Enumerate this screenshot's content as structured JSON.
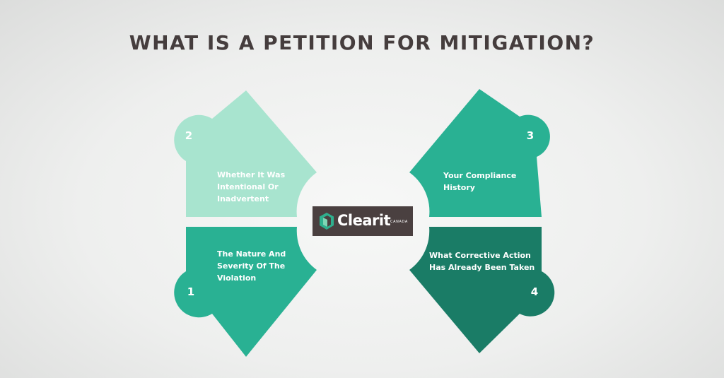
{
  "title": "WHAT IS A PETITION FOR MITIGATION?",
  "logo": {
    "brand": "Clearit",
    "sub": "CANADA"
  },
  "colors": {
    "light_mint": "#a8e4cf",
    "teal": "#29b193",
    "dark_teal": "#1a7c66",
    "logo_bg": "#4a4040",
    "title": "#453d3d"
  },
  "items": [
    {
      "number": "1",
      "lines": [
        "The Nature And",
        "Severity Of The",
        "Violation"
      ]
    },
    {
      "number": "2",
      "lines": [
        "Whether It Was",
        "Intentional Or",
        "Inadvertent"
      ]
    },
    {
      "number": "3",
      "lines": [
        "Your Compliance",
        "History"
      ]
    },
    {
      "number": "4",
      "lines": [
        "What Corrective Action",
        "Has Already Been Taken"
      ]
    }
  ]
}
